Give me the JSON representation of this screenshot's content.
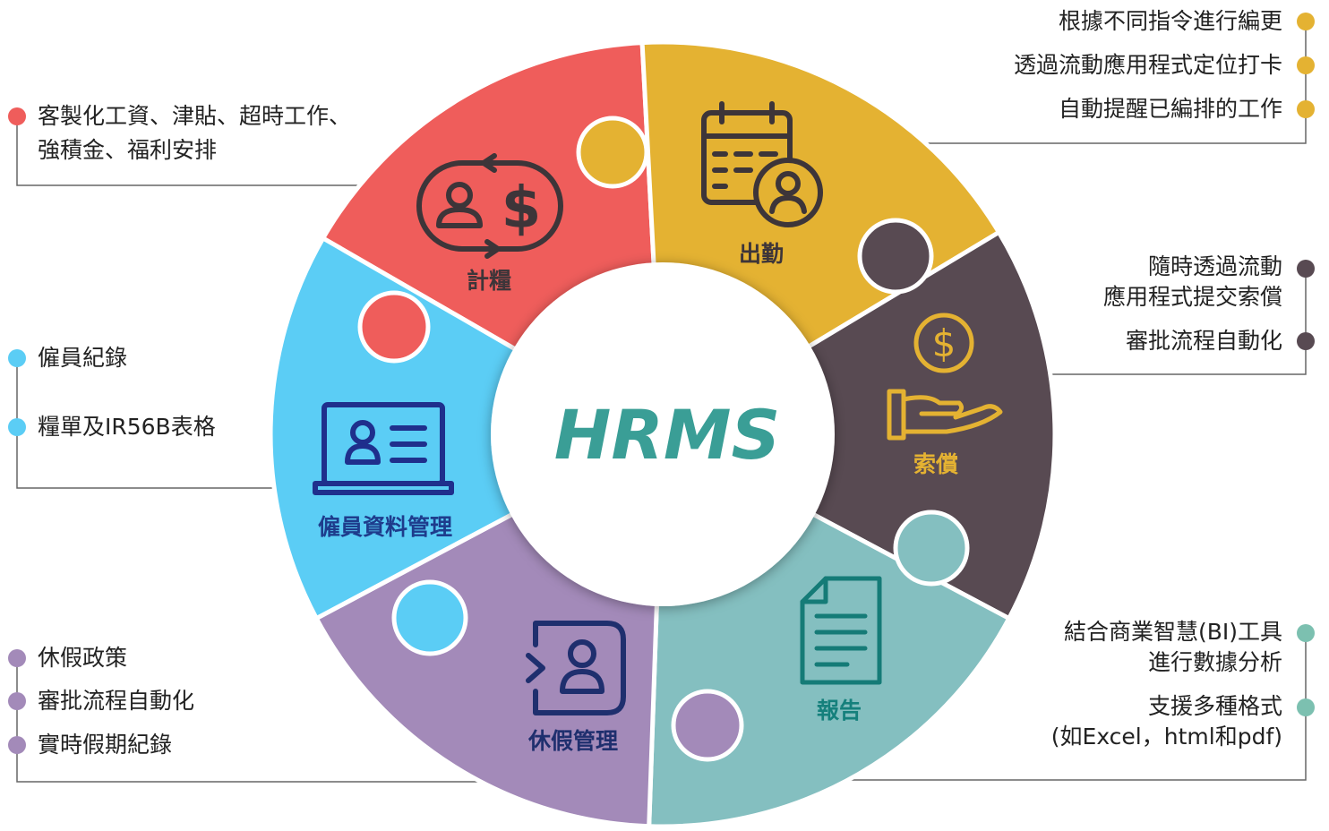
{
  "center": {
    "title": "HRMS",
    "color": "#3a9e96"
  },
  "segments": [
    {
      "id": "payroll",
      "label": "計糧",
      "color": "#ef5d5b",
      "icon": "payroll-cycle-icon"
    },
    {
      "id": "attendance",
      "label": "出勤",
      "color": "#e4b232",
      "icon": "calendar-person-icon"
    },
    {
      "id": "claims",
      "label": "索償",
      "color": "#584a52",
      "label_color": "#e4b232",
      "icon": "dollar-hand-icon"
    },
    {
      "id": "report",
      "label": "報告",
      "color": "#84bfc0",
      "label_color": "#15807c",
      "icon": "document-icon"
    },
    {
      "id": "leave",
      "label": "休假管理",
      "color": "#a38ab9",
      "icon": "leave-person-icon"
    },
    {
      "id": "employee",
      "label": "僱員資料管理",
      "color": "#5bcdf5",
      "label_color": "#1e3c8c",
      "icon": "laptop-id-icon"
    }
  ],
  "notes": {
    "payroll": {
      "color": "#ef5d5b",
      "lines": [
        "客製化工資、津貼、超時工作、",
        "強積金、福利安排"
      ]
    },
    "employee": {
      "color": "#5bcdf5",
      "items": [
        "僱員紀錄",
        "糧單及IR56B表格"
      ]
    },
    "leave": {
      "color": "#a38ab9",
      "items": [
        "休假政策",
        "審批流程自動化",
        "實時假期紀錄"
      ]
    },
    "attendance": {
      "color": "#e4b232",
      "items": [
        "根據不同指令進行編更",
        "透過流動應用程式定位打卡",
        "自動提醒已編排的工作"
      ]
    },
    "claims": {
      "color": "#584a52",
      "items": [
        [
          "隨時透過流動",
          "應用程式提交索償"
        ],
        [
          "審批流程自動化"
        ]
      ]
    },
    "report": {
      "color": "#7cc0b0",
      "items": [
        [
          "結合商業智慧(BI)工具",
          "進行數據分析"
        ],
        [
          "支援多種格式",
          "(如Excel，html和pdf)"
        ]
      ]
    }
  }
}
